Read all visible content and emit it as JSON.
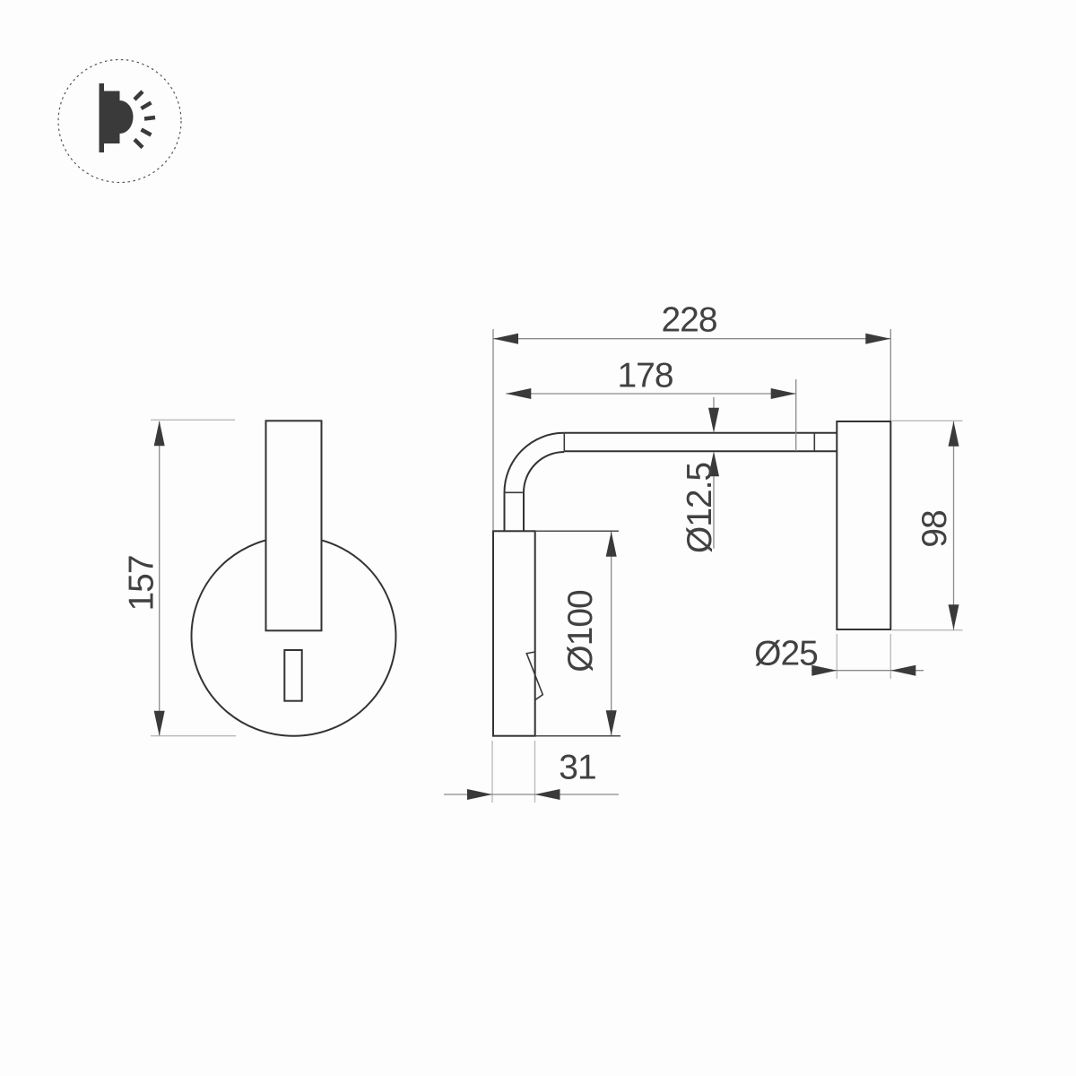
{
  "logo": {
    "icon": "wall-lamp-light-rays-icon"
  },
  "colors": {
    "object_line": "#333333",
    "dimension_line": "#8a8a8a",
    "extension_line": "#b9b9b9",
    "arrow": "#3a3a3a",
    "text": "#414141",
    "background": "#fdfdfd"
  },
  "views": {
    "front": "front-view-of-wall-lamp",
    "side": "side-view-of-wall-lamp"
  },
  "dimensions": {
    "front_height": "157",
    "total_depth": "228",
    "arm_length": "178",
    "tube_diameter": "Ø12.5",
    "head_diameter": "Ø100",
    "backplate_height": "98",
    "backplate_depth": "Ø25",
    "head_depth": "31"
  }
}
